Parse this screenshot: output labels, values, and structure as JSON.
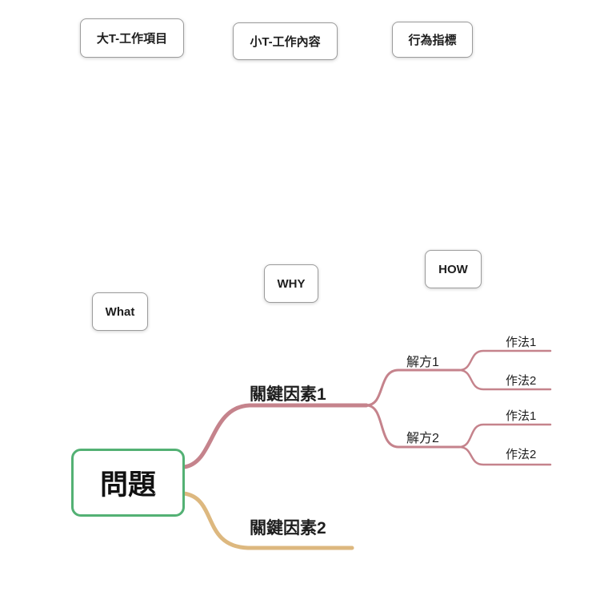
{
  "floating_topics": [
    {
      "id": "big-t",
      "label": "大T-工作項目"
    },
    {
      "id": "small-t",
      "label": "小T-工作內容"
    },
    {
      "id": "behavior-index",
      "label": "行為指標"
    },
    {
      "id": "how",
      "label": "HOW"
    },
    {
      "id": "why",
      "label": "WHY"
    },
    {
      "id": "what",
      "label": "What"
    }
  ],
  "mindmap": {
    "root": {
      "label": "問題",
      "border_color": "#53b174"
    },
    "branch1": {
      "label": "關鍵因素1",
      "color": "#c5838c",
      "solution1": {
        "label": "解方1",
        "method1": "作法1",
        "method2": "作法2"
      },
      "solution2": {
        "label": "解方2",
        "method1": "作法1",
        "method2": "作法2"
      }
    },
    "branch2": {
      "label": "關鍵因素2",
      "color": "#ddb87f"
    }
  }
}
